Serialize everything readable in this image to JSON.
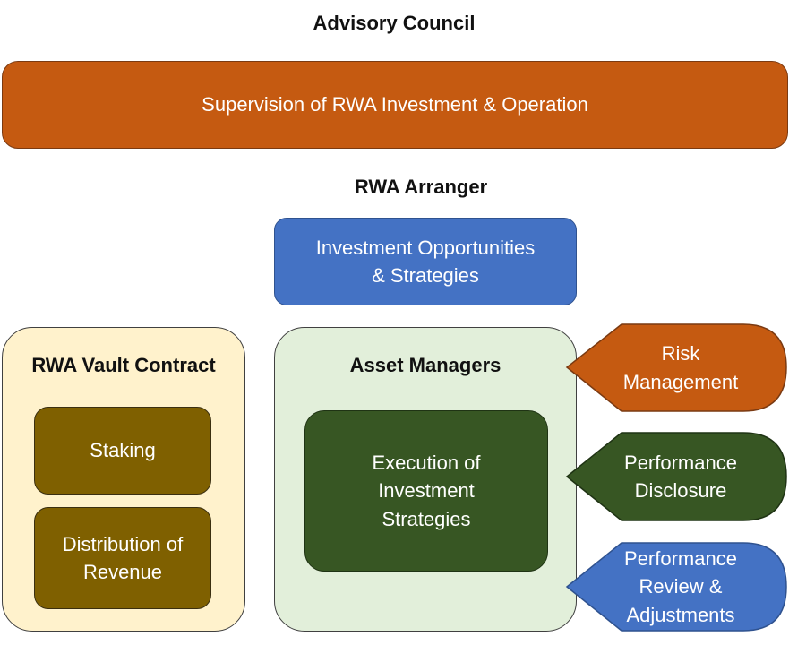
{
  "advisory": {
    "heading": "Advisory Council",
    "supervision": "Supervision of RWA Investment & Operation"
  },
  "arranger": {
    "heading": "RWA Arranger",
    "box_line1": "Investment Opportunities",
    "box_line2": "& Strategies"
  },
  "vault": {
    "heading": "RWA Vault Contract",
    "staking": "Staking",
    "distribution_line1": "Distribution of",
    "distribution_line2": "Revenue"
  },
  "asset_managers": {
    "heading": "Asset Managers",
    "execution_line1": "Execution of",
    "execution_line2": "Investment",
    "execution_line3": "Strategies"
  },
  "side_tags": {
    "risk_line1": "Risk",
    "risk_line2": "Management",
    "disclosure_line1": "Performance",
    "disclosure_line2": "Disclosure",
    "review_line1": "Performance",
    "review_line2": "Review &",
    "review_line3": "Adjustments"
  },
  "colors": {
    "orange": "#c55a11",
    "blue": "#4472c4",
    "olive": "#7f6000",
    "dark_green": "#375623",
    "light_yellow": "#fff2cc",
    "light_green": "#e2efda"
  }
}
